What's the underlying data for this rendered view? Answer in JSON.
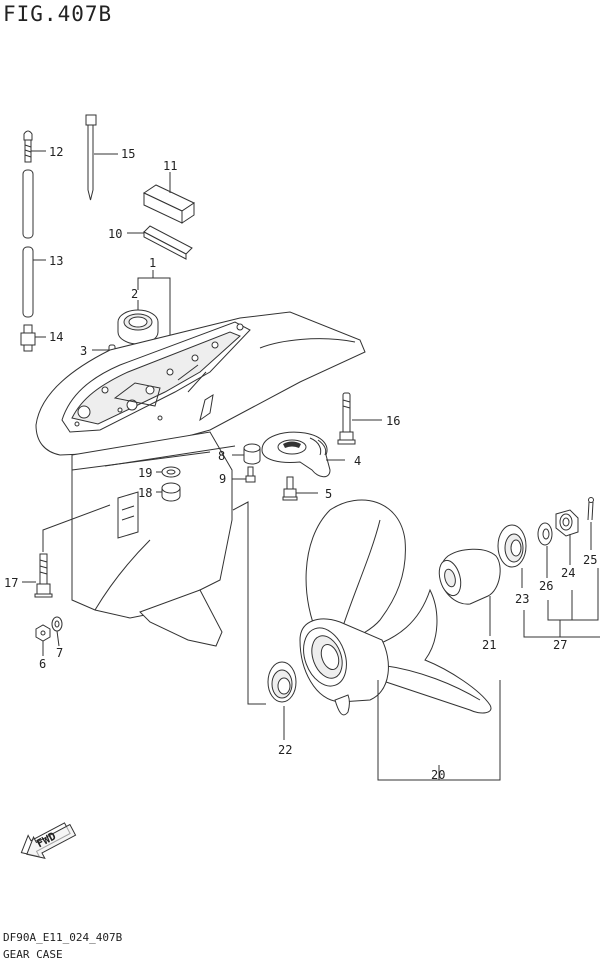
{
  "figure": {
    "title": "FIG.407B",
    "code": "DF90A_E11_024_407B",
    "name": "GEAR CASE",
    "direction_label": "FWD"
  },
  "callouts": [
    "1",
    "2",
    "3",
    "4",
    "5",
    "6",
    "7",
    "8",
    "9",
    "10",
    "11",
    "12",
    "13",
    "14",
    "15",
    "16",
    "17",
    "18",
    "19",
    "20",
    "21",
    "22",
    "23",
    "24",
    "25",
    "26",
    "27"
  ]
}
